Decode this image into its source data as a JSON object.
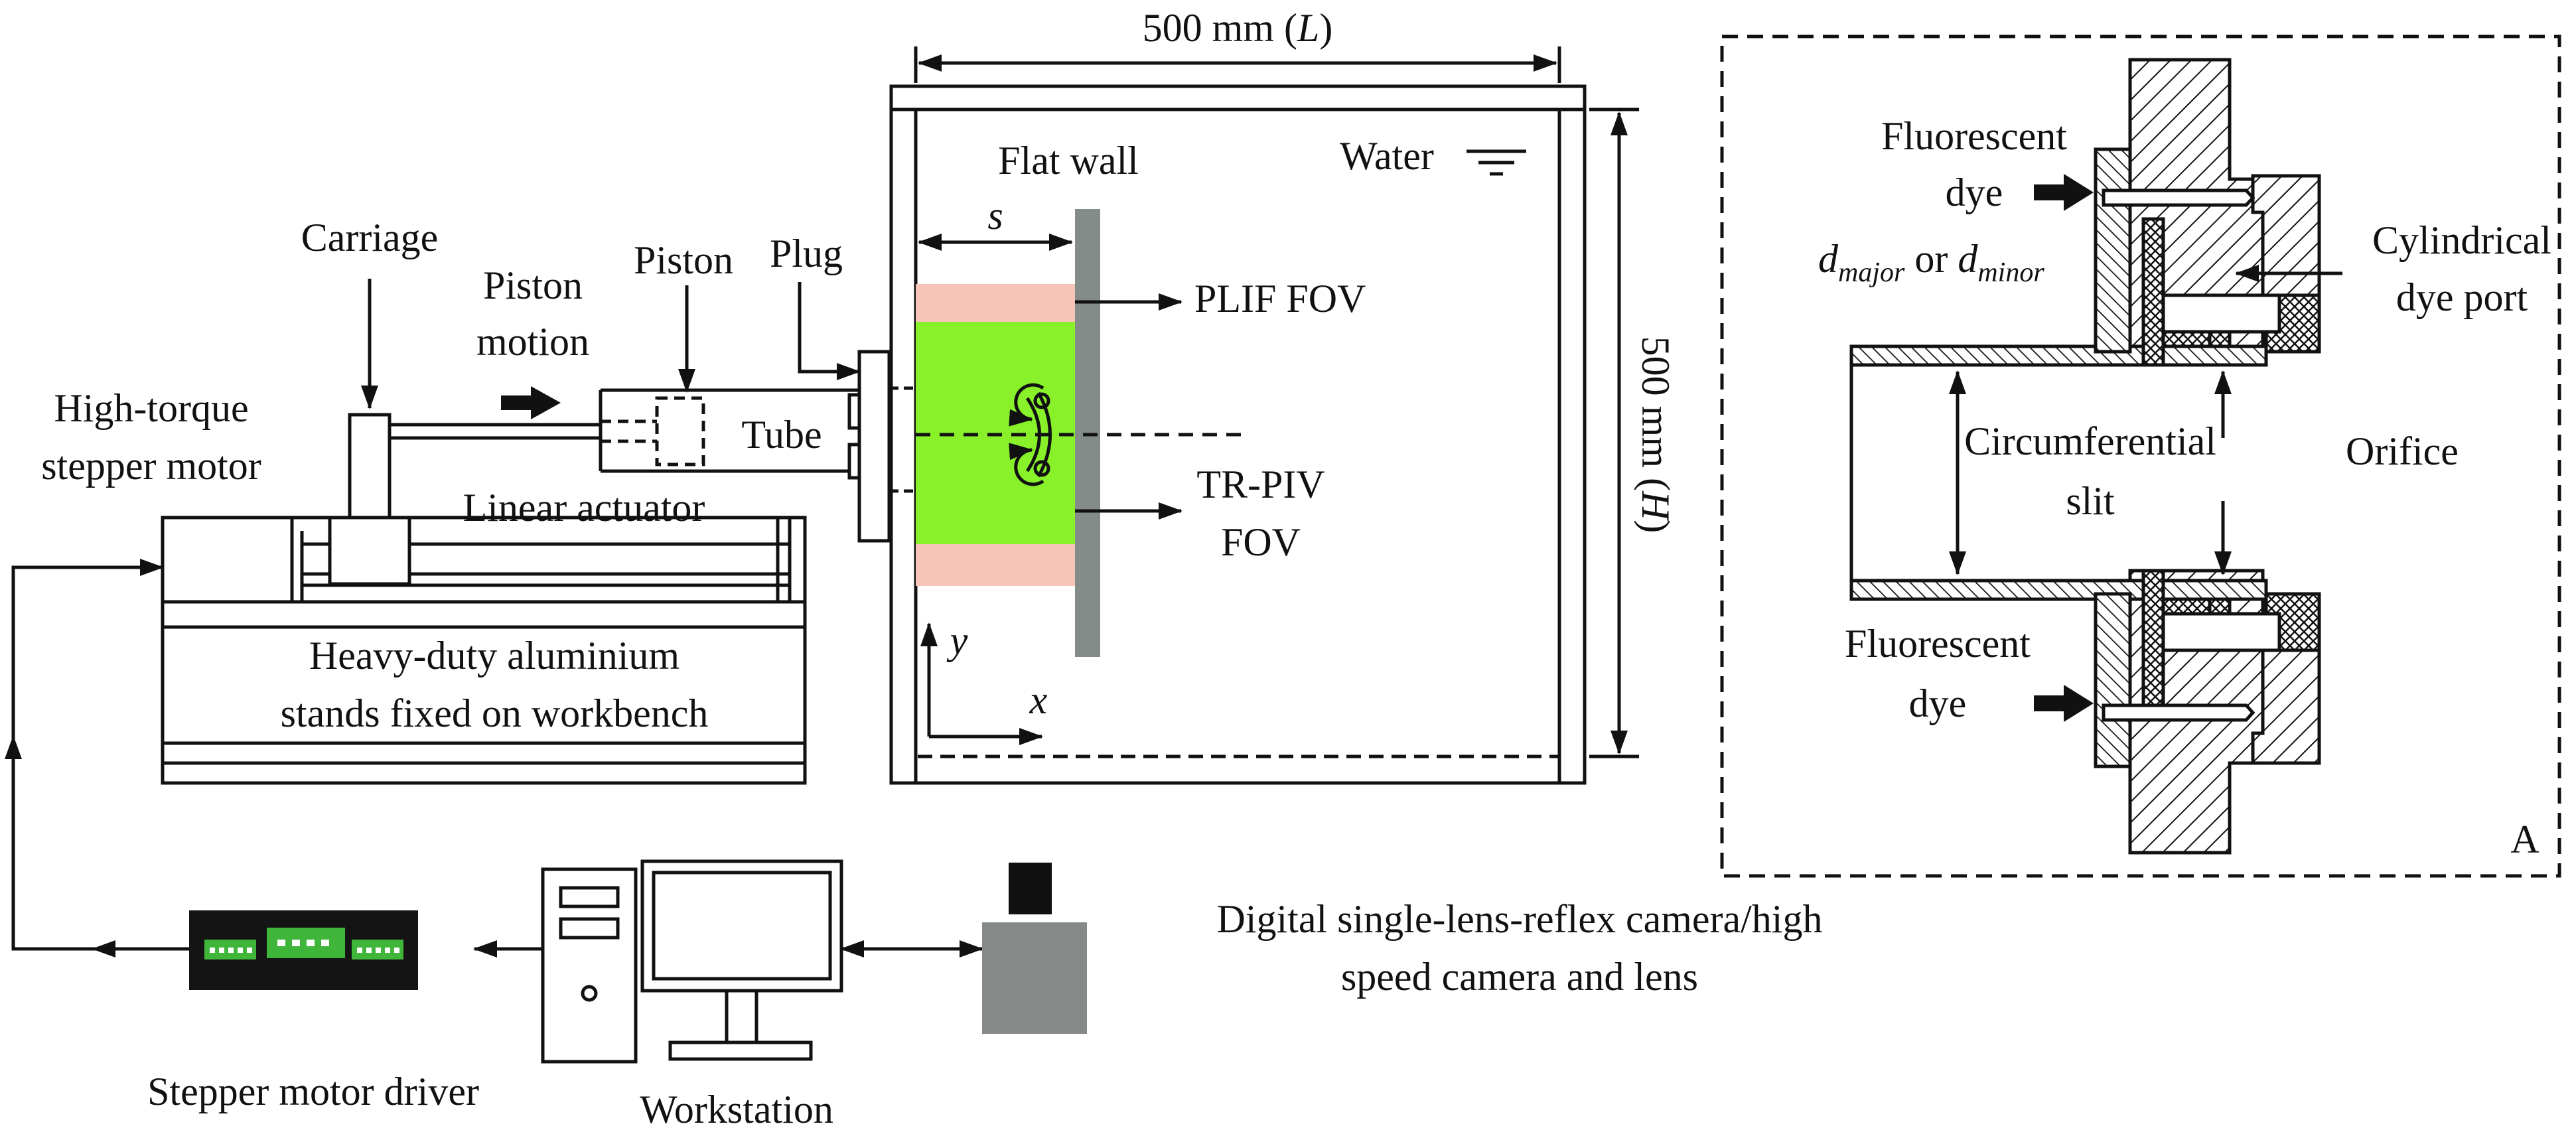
{
  "labels": {
    "carriage": "Carriage",
    "piston_motion_1": "Piston",
    "piston_motion_2": "motion",
    "piston": "Piston",
    "plug": "Plug",
    "tube": "Tube",
    "motor_1": "High-torque",
    "motor_2": "stepper motor",
    "linear_actuator": "Linear actuator",
    "stands_1": "Heavy-duty aluminium",
    "stands_2": "stands fixed on workbench",
    "flat_wall": "Flat wall",
    "water": "Water",
    "s": "s",
    "plif_fov": "PLIF FOV",
    "trpiv_1": "TR-PIV",
    "trpiv_2": "FOV",
    "axis_y": "y",
    "axis_x": "x",
    "width_dim": "500 mm (",
    "width_dim_var": "L",
    "width_dim_close": ")",
    "height_dim": "500 mm (",
    "height_dim_var": "H",
    "height_dim_close": ")",
    "camera_1": "Digital single-lens-reflex camera/high",
    "camera_2": "speed camera and lens",
    "driver": "Stepper motor driver",
    "workstation": "Workstation",
    "fluor_top_1": "Fluorescent",
    "fluor_top_2": "dye",
    "d": "d",
    "d_major": "major",
    "or": " or ",
    "d_minor": "minor",
    "cyl_port_1": "Cylindrical",
    "cyl_port_2": "dye port",
    "circ_slit_1": "Circumferential",
    "circ_slit_2": "slit",
    "orifice": "Orifice",
    "fluor_bot_1": "Fluorescent",
    "fluor_bot_2": "dye",
    "panel_letter": "A"
  },
  "colors": {
    "line": "#111111",
    "green": "#88f12a",
    "pink": "#f9c4b8",
    "wall_gray": "#848c8a",
    "driver_bg": "#141414",
    "driver_led": "#3fb53a",
    "camera_body": "#858a88"
  }
}
